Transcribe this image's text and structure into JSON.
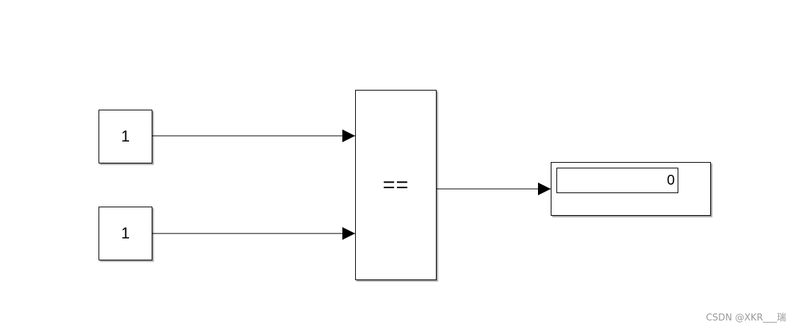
{
  "diagram": {
    "constant_top": {
      "value": "1"
    },
    "constant_bottom": {
      "value": "1"
    },
    "relational_operator": {
      "operator": "=="
    },
    "display": {
      "value": "0"
    }
  },
  "colors": {
    "line": "#000000",
    "background": "#ffffff",
    "watermark": "#9a9a9a"
  },
  "watermark": {
    "text": "CSDN @XKR___瑞"
  }
}
